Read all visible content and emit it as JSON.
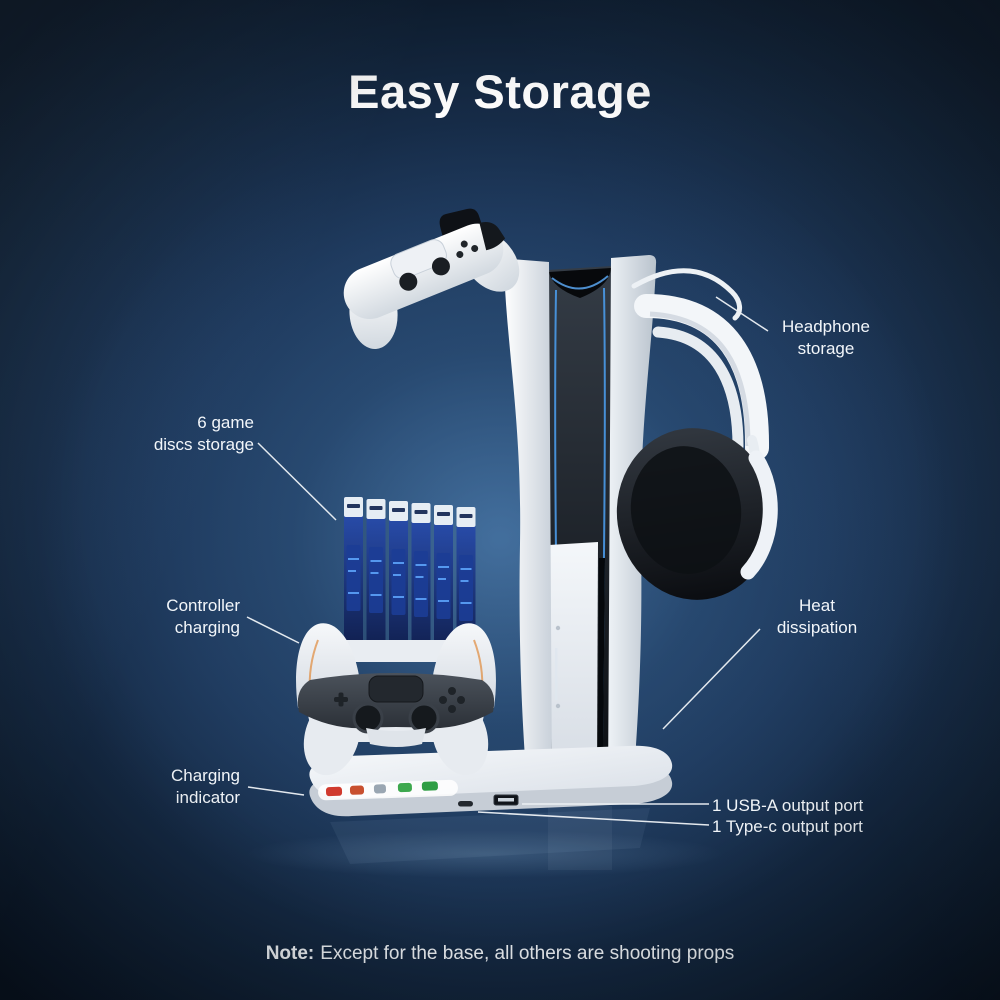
{
  "title": "Easy Storage",
  "callouts": {
    "headphone": {
      "line1": "Headphone",
      "line2": "storage"
    },
    "discs": {
      "line1": "6 game",
      "line2": "discs storage"
    },
    "controller": {
      "line1": "Controller",
      "line2": "charging"
    },
    "heat": {
      "line1": "Heat",
      "line2": "dissipation"
    },
    "charging": {
      "line1": "Charging",
      "line2": "indicator"
    },
    "ports": {
      "line1": "1 USB-A output port",
      "line2": "1 Type-c output port"
    }
  },
  "note": {
    "label": "Note:",
    "text": "Except for the base, all others are shooting props"
  },
  "colors": {
    "text": "#f2f6fa",
    "background_glow": "#3d6c9e",
    "console_light_strip": "#4a9ae8",
    "disc_case_blue": "#2b51b4",
    "indicator_icons": [
      "#d03a2e",
      "#c8502f",
      "#dfe5ec",
      "#3da84e",
      "#2f9e44"
    ]
  }
}
